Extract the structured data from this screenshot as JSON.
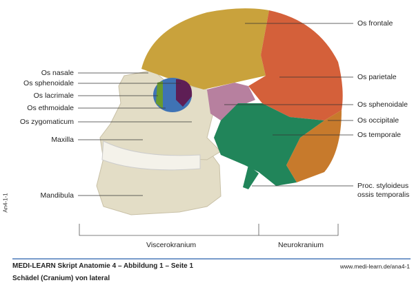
{
  "labels_left": [
    "Os nasale",
    "Os sphenoidale",
    "Os lacrimale",
    "Os ethmoidale",
    "Os zygomaticum",
    "Maxilla",
    "Mandibula"
  ],
  "labels_right": [
    "Os frontale",
    "Os parietale",
    "Os sphenoidale",
    "Os occipitale",
    "Os temporale"
  ],
  "styloid": {
    "line1": "Proc. styloideus",
    "line2": "ossis temporalis"
  },
  "regions": {
    "visc": "Viscerokranium",
    "neuro": "Neurokranium"
  },
  "side_code": "An4-1-1",
  "footer": {
    "title": "MEDI-LEARN Skript Anatomie 4 – Abbildung 1 – Seite 1",
    "url": "www.medi-learn.de/ana4-1",
    "subtitle": "Schädel (Cranium) von lateral"
  },
  "colors": {
    "frontale": "#C9A23C",
    "parietale": "#D4603A",
    "occipitale": "#C77A2C",
    "temporale": "#21855A",
    "sphenoidale": "#B7809F",
    "bone": "#E3DDC6",
    "ethmoid": "#3F73B5",
    "lacrimal": "#6A9A2E",
    "sphen_orbit": "#5E1E55",
    "rule": "#4A78B8"
  }
}
